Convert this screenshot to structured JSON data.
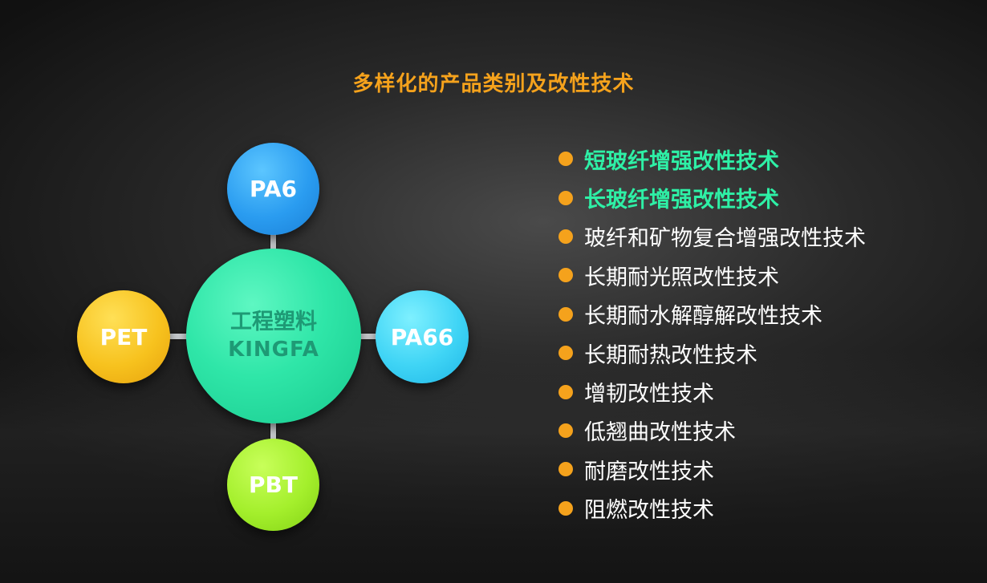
{
  "title": "多样化的产品类别及改性技术",
  "diagram": {
    "center": {
      "name": "工程塑料",
      "brand": "KINGFA"
    },
    "nodes": {
      "top": "PA6",
      "left": "PET",
      "right": "PA66",
      "bottom": "PBT"
    }
  },
  "tech_list": [
    {
      "label": "短玻纤增强改性技术",
      "highlight": true
    },
    {
      "label": "长玻纤增强改性技术",
      "highlight": true
    },
    {
      "label": "玻纤和矿物复合增强改性技术",
      "highlight": false
    },
    {
      "label": "长期耐光照改性技术",
      "highlight": false
    },
    {
      "label": "长期耐水解醇解改性技术",
      "highlight": false
    },
    {
      "label": "长期耐热改性技术",
      "highlight": false
    },
    {
      "label": "增韧改性技术",
      "highlight": false
    },
    {
      "label": "低翘曲改性技术",
      "highlight": false
    },
    {
      "label": "耐磨改性技术",
      "highlight": false
    },
    {
      "label": "阻燃改性技术",
      "highlight": false
    }
  ],
  "colors": {
    "title": "#f5a21c",
    "bullet": "#f5a21c",
    "highlight_text": "#2ef0a6",
    "normal_text": "#ffffff",
    "center_node": "#2fe6a8",
    "pa6": "#2a9cf0",
    "pet": "#f7c21e",
    "pa66": "#3fd4f5",
    "pbt": "#a4ef2c"
  }
}
